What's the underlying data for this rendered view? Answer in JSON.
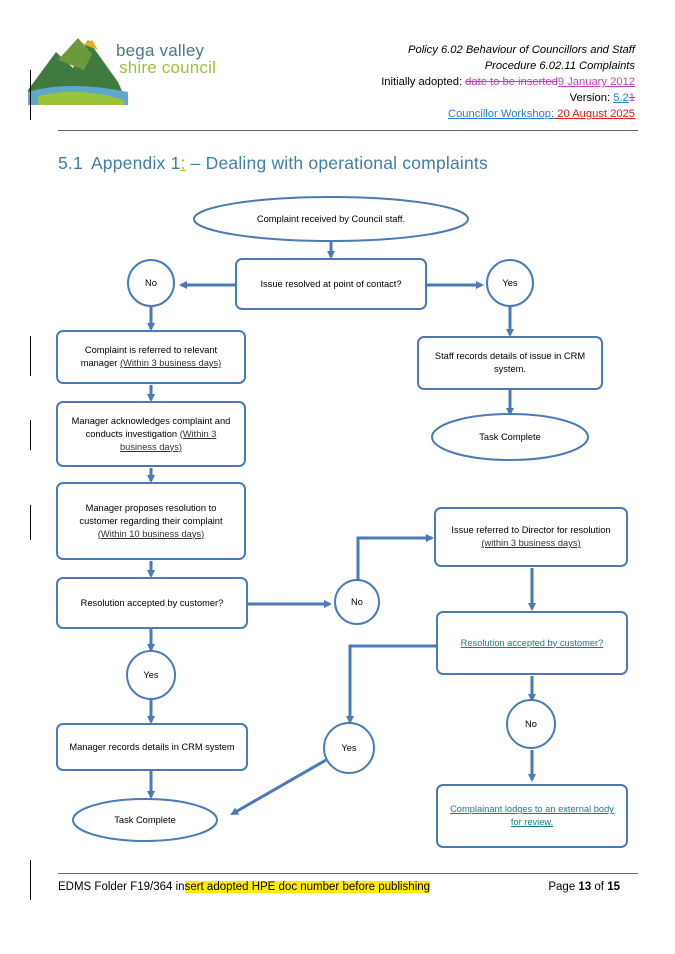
{
  "logo": {
    "line1": "bega valley",
    "line2": "shire council"
  },
  "header": {
    "policy": "Policy 6.02 Behaviour of Councillors and Staff",
    "procedure": "Procedure 6.02.11 Complaints",
    "adopted_label": "Initially adopted: ",
    "adopted_deleted": "date to be inserted",
    "adopted_inserted": "9 January 2012",
    "version_label": "Version: ",
    "version_inserted": "5.2",
    "version_deleted": "1",
    "workshop_label": "Councillor Workshop:",
    "workshop_date": " 20 August 2025"
  },
  "heading": {
    "number": "5.1",
    "title_pre": "Appendix 1",
    "title_mark": ":",
    "title_post": "– Dealing with operational complaints"
  },
  "flow": {
    "start": "Complaint received by Council staff.",
    "resolved": "Issue resolved at point of contact?",
    "no1": "No",
    "yes1": "Yes",
    "referred": "Complaint is referred to relevant manager",
    "referred_time": "(Within 3 business days)",
    "staff_records": "Staff records details of issue in CRM system.",
    "task_complete_1": "Task Complete",
    "acknowledges": "Manager acknowledges complaint and conducts investigation",
    "acknowledges_time": "(Within 3 business days)",
    "proposes": "Manager proposes resolution to customer regarding their complaint",
    "proposes_time": "(Within 10 business days)",
    "director": "Issue referred to Director for resolution",
    "director_time": "(within 3 business days)",
    "accepted1": "Resolution accepted by customer?",
    "no2": "No",
    "accepted2": "Resolution accepted by customer?",
    "yes2": "Yes",
    "no3": "No",
    "manager_records": "Manager records details in CRM system",
    "yes3": "Yes",
    "external": "Complainant lodges to an external body for review.",
    "task_complete_2": "Task Complete"
  },
  "footer": {
    "edms_pre": "EDMS Folder F19/364 in",
    "edms_hl": "sert adopted HPE doc number before publishing",
    "page_label": "Page ",
    "page_num": "13",
    "page_of": " of ",
    "page_total": "15"
  }
}
